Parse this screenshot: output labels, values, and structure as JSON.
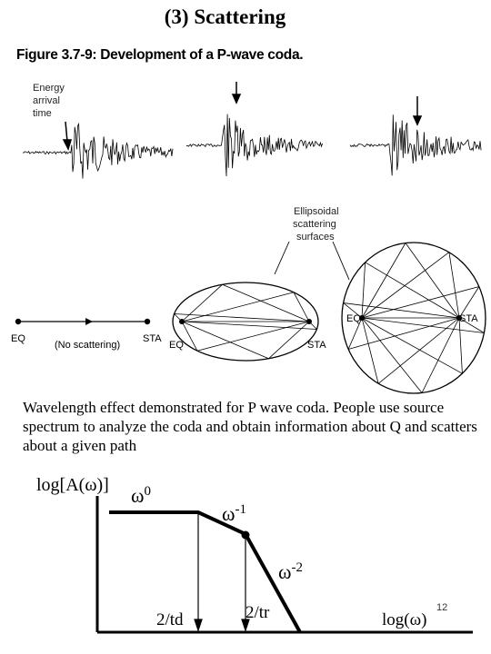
{
  "slide": {
    "title": "(3)  Scattering",
    "page_number": "12"
  },
  "figure": {
    "caption": "Figure 3.7-9: Development of a P-wave coda.",
    "seismogram_label": [
      "Energy",
      "arrival",
      "time"
    ],
    "ellipsoid_label": [
      "Ellipsoidal",
      "scattering",
      "surfaces"
    ],
    "panels": {
      "no_scatter": {
        "source": "EQ",
        "receiver": "STA",
        "note": "(No scattering)"
      },
      "small_ellipse": {
        "source": "EQ",
        "receiver": "STA"
      },
      "large_ellipse": {
        "source": "EQ",
        "receiver": "STA"
      }
    }
  },
  "description": "Wavelength  effect demonstrated for P wave coda.  People use source spectrum to analyze the coda and obtain information about Q and scatters about a given path",
  "spectrum": {
    "y_label": "log[A(ω)]",
    "x_label": "log(ω)",
    "slope_labels": {
      "flat": {
        "base": "ω",
        "exp": "0"
      },
      "first": {
        "base": "ω",
        "exp": "-1"
      },
      "second": {
        "base": "ω",
        "exp": "-2"
      }
    },
    "corner_labels": {
      "td": "2/td",
      "tr": "2/tr"
    }
  }
}
